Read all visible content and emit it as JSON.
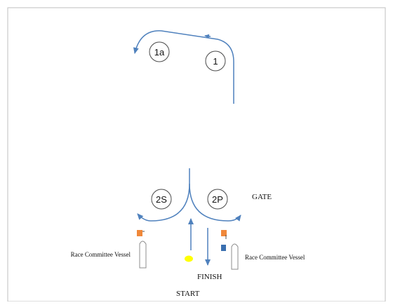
{
  "marks": {
    "mark_1": "1",
    "mark_1a": "1a",
    "mark_2s": "2S",
    "mark_2p": "2P"
  },
  "labels": {
    "gate": "GATE",
    "finish": "FINISH",
    "start": "START",
    "rc_vessel_left": "Race Committee Vessel",
    "rc_vessel_right": "Race Committee Vessel"
  },
  "colors": {
    "course_line": "#4f81bd",
    "frame": "#bfbfbf",
    "circle_stroke": "#4a4a4a",
    "orange_flag": "#f0883a",
    "blue_flag": "#3a6fb0",
    "yellow_mark": "#ffff00",
    "vessel_stroke": "#8c8c8c"
  }
}
